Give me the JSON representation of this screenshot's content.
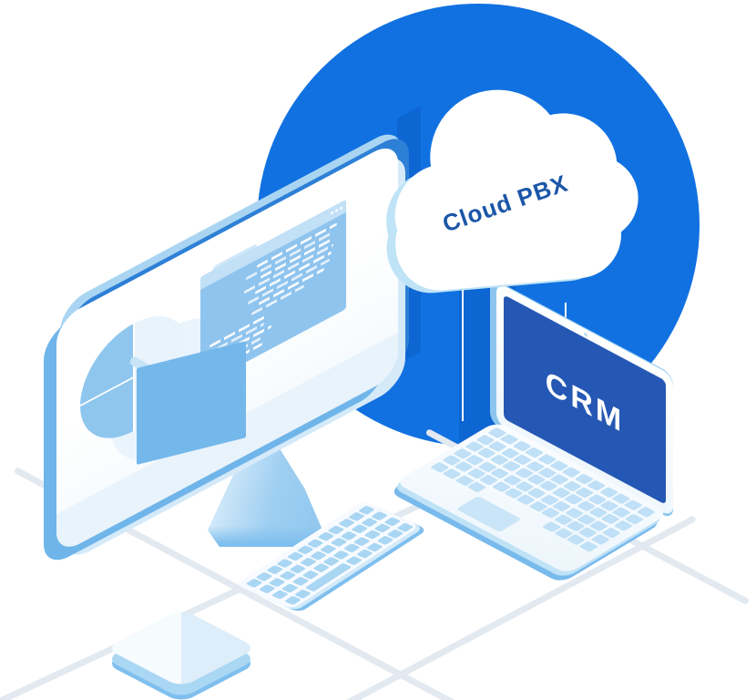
{
  "title": "Cloud PBX and CRM integration illustration",
  "cloud": {
    "label": "Cloud PBX",
    "text_color": "#1B56A7",
    "body_color": "#FFFFFF",
    "rim_color": "#BFE3F7"
  },
  "laptop": {
    "label": "CRM",
    "label_color": "#FFFFFF",
    "screen_color": "#2558B4",
    "body_color": "#F7FBFF",
    "key_color": "#BFE0F6"
  },
  "background": {
    "page_color": "#FFFFFF",
    "circle_color": "#1171E1",
    "floor_line_color": "#E3E9F0",
    "connector_line_color": "#FFFFFF",
    "connector_count": 3
  },
  "monitor": {
    "face_color": "#FFFFFF",
    "chin_color": "#E9F3FB",
    "rim_left_color": "#6FB5EA",
    "rim_top_color": "#A9D5F2",
    "rim_right_color": "#2E80D6",
    "window_color": "#8FC4EE",
    "window_titlebar_color": "#C2E0F6",
    "window_dot_count": 3,
    "light_panel_color": "#CFE7F8",
    "card_color": "#74B7EB",
    "pie_slice_color": "#8FC6EE",
    "pie_base_color": "#E8F3FB",
    "stand_color": "#9FCFF1"
  },
  "keyboard": {
    "base_color": "#F7FBFF",
    "key_color": "#A9D6F3"
  },
  "pad": {
    "top_color": "#F6FBFE",
    "side_color": "#A9D7F4",
    "rim_color": "#7FBFEE"
  }
}
